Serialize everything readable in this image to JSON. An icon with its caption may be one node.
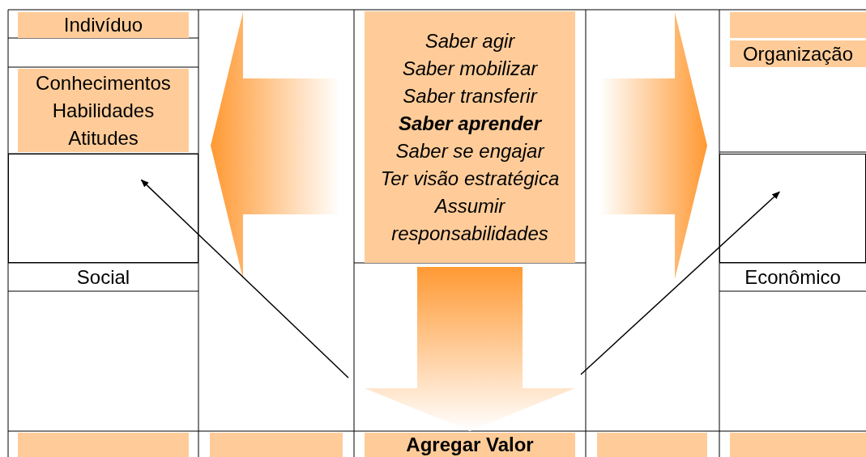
{
  "diagram": {
    "nodes": [
      {
        "text": [
          "Indivíduo"
        ]
      },
      {
        "text": [
          "Saber agir",
          "Saber mobilizar",
          "Saber transferir",
          "Saber aprender",
          "Saber se engajar",
          "Ter visão estratégica",
          "Assumir responsabilidades"
        ]
      },
      {
        "text": [],
        "shape": "box"
      },
      {
        "text": [
          "Organização"
        ]
      },
      {
        "text": [
          "Conhecimentos Habilidades Atitudes"
        ]
      },
      {
        "text": [],
        "shape": "box"
      },
      {
        "text": [],
        "shape": "box"
      },
      {
        "text": [
          "Social"
        ]
      },
      {
        "text": [
          "Econômico"
        ]
      },
      {
        "text": [],
        "shape": "box"
      },
      {
        "text": [],
        "shape": "box"
      },
      {
        "text": [
          "Agregar Valor"
        ]
      },
      {
        "text": [],
        "shape": "box"
      },
      {
        "text": [],
        "shape": "box"
      }
    ],
    "edges": [
      {
        "from": 1,
        "to": 4,
        "arrow": "to",
        "style": "thick",
        "color": "#ff9933"
      },
      {
        "from": 1,
        "to": 3,
        "arrow": "to",
        "style": "thick",
        "color": "#ff9933"
      },
      {
        "from": 1,
        "to": 11,
        "arrow": "to",
        "style": "thick",
        "color": "#ff9933"
      },
      {
        "from": null,
        "to": 5,
        "arrow": "to"
      },
      {
        "from": null,
        "to": 6,
        "arrow": "to"
      }
    ]
  }
}
